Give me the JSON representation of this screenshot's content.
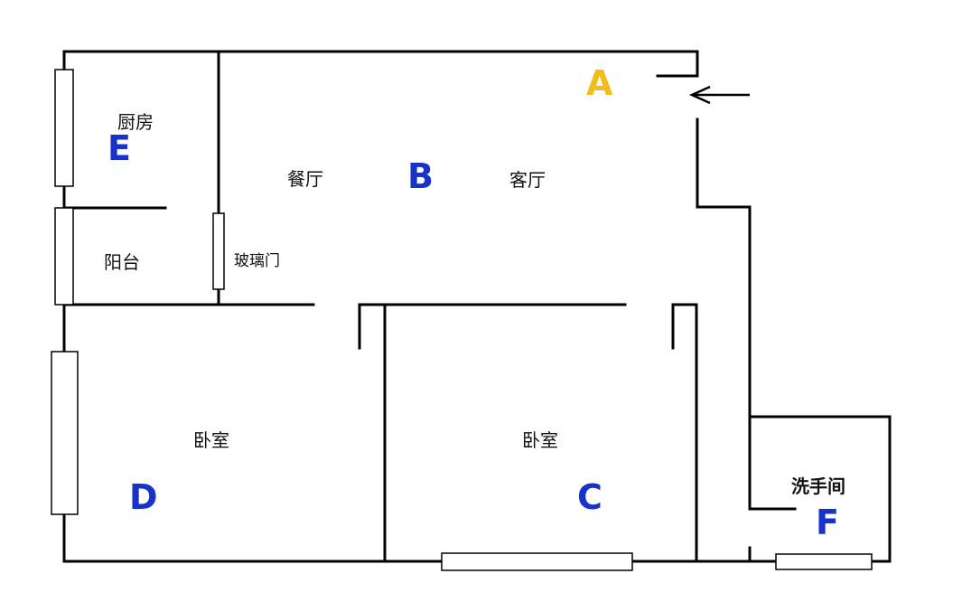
{
  "colors": {
    "marker_blue": "#1733c9",
    "marker_yellow": "#f2bd1a",
    "wall": "#000000"
  },
  "rooms": {
    "kitchen": "厨房",
    "balcony": "阳台",
    "glass_door": "玻璃门",
    "dining": "餐厅",
    "living": "客厅",
    "bedroom_left": "卧室",
    "bedroom_right": "卧室",
    "washroom": "洗手间"
  },
  "markers": {
    "a": "A",
    "b": "B",
    "c": "C",
    "d": "D",
    "e": "E",
    "f": "F"
  },
  "icons": {
    "entrance": "arrow-left-icon"
  }
}
